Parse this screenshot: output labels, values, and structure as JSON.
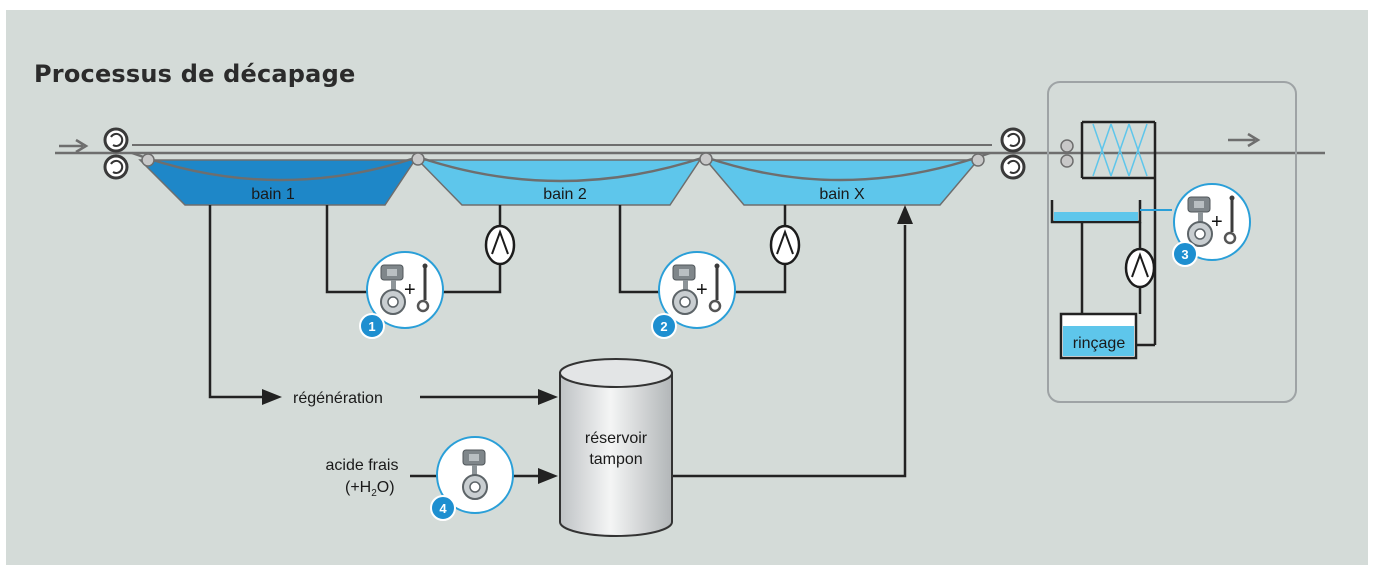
{
  "title": "Processus de décapage",
  "baths": [
    {
      "label": "bain 1"
    },
    {
      "label": "bain 2"
    },
    {
      "label": "bain X"
    }
  ],
  "flows": {
    "regeneration": "régénération",
    "fresh_acid_line1": "acide frais",
    "fresh_acid_line2_prefix": "(+H",
    "fresh_acid_line2_sub": "2",
    "fresh_acid_line2_suffix": "O)"
  },
  "buffer_tank": {
    "line1": "réservoir",
    "line2": "tampon"
  },
  "rinse_tank": {
    "label": "rinçage"
  },
  "measuring_points": [
    {
      "number": "1"
    },
    {
      "number": "2"
    },
    {
      "number": "3"
    },
    {
      "number": "4"
    }
  ],
  "colors": {
    "background": "#d4dbd8",
    "bath_dark": "#1e87c8",
    "bath_light": "#5ec6eb",
    "badge": "#1e8fd0",
    "line": "#222222"
  }
}
